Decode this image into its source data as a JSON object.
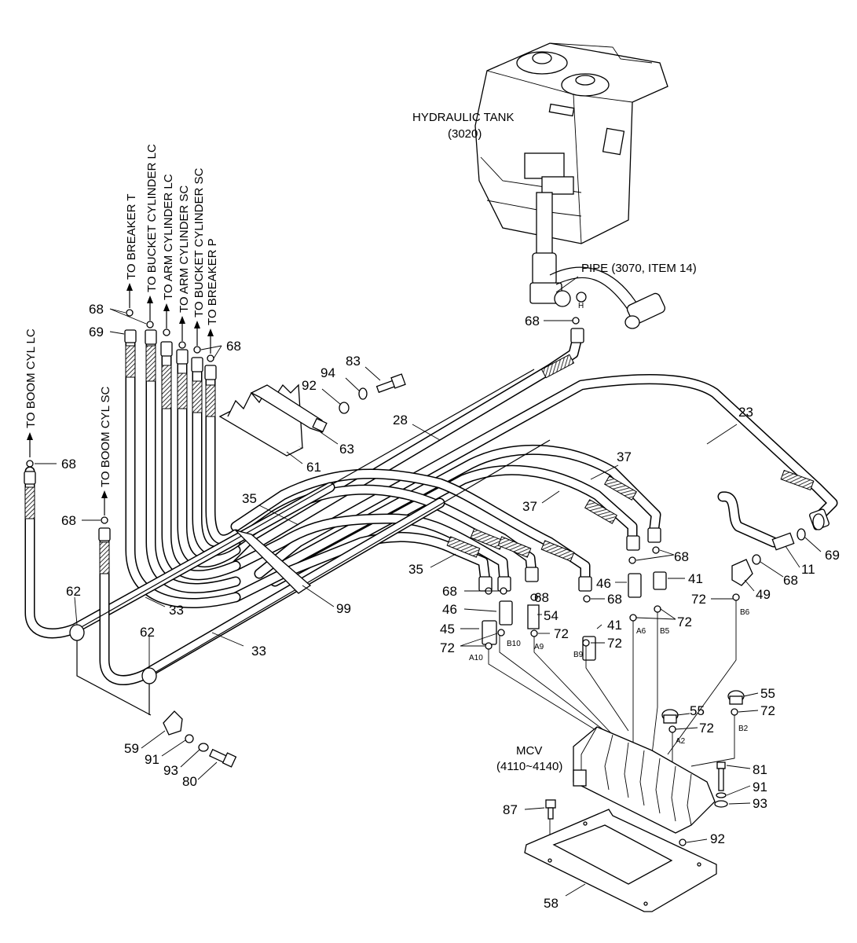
{
  "title_labels": {
    "tank": "HYDRAULIC TANK",
    "tank_code": "(3020)",
    "pipe": "PIPE (3070, ITEM 14)",
    "mcv": "MCV",
    "mcv_code": "(4110~4140)"
  },
  "destinations": {
    "boom_lc": "TO BOOM CYL LC",
    "boom_sc": "TO BOOM CYL SC",
    "breaker_t": "TO BREAKER T",
    "bucket_lc": "TO BUCKET CYLINDER LC",
    "arm_lc": "TO ARM CYLINDER LC",
    "arm_sc": "TO ARM CYLINDER SC",
    "bucket_sc": "TO BUCKET CYLINDER SC",
    "breaker_p": "TO BREAKER P"
  },
  "port_labels": {
    "h": "H",
    "a10": "A10",
    "b10": "B10",
    "a9": "A9",
    "b9": "B9",
    "a6": "A6",
    "b5": "B5",
    "b6": "B6",
    "a2": "A2",
    "b2": "B2"
  },
  "callouts": {
    "n68": "68",
    "n69": "69",
    "n83": "83",
    "n94": "94",
    "n92": "92",
    "n63": "63",
    "n61": "61",
    "n28": "28",
    "n23": "23",
    "n37": "37",
    "n35": "35",
    "n33": "33",
    "n99": "99",
    "n62": "62",
    "n46": "46",
    "n54": "54",
    "n45": "45",
    "n72": "72",
    "n41": "41",
    "n49": "49",
    "n11": "11",
    "n55": "55",
    "n59": "59",
    "n91": "91",
    "n93": "93",
    "n80": "80",
    "n81": "81",
    "n87": "87",
    "n58": "58"
  }
}
